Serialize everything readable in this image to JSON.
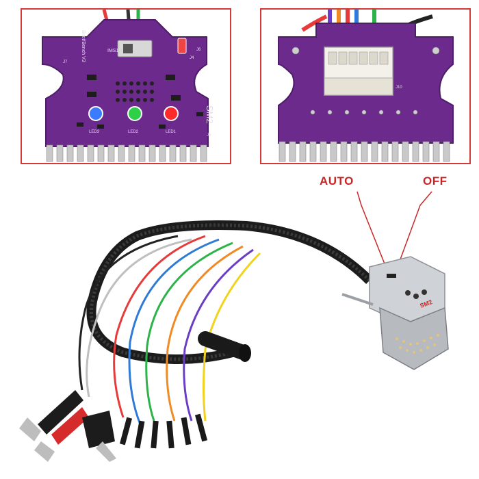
{
  "callouts": {
    "auto": "AUTO",
    "off": "OFF"
  },
  "board_left": {
    "model": "SM2",
    "mode_text": "Boot/Bench V3",
    "switch_label": "IMS1",
    "led_labels": [
      "LED3",
      "LED2",
      "LED1"
    ],
    "jumper_labels": [
      "J4",
      "J5",
      "J6",
      "J7"
    ],
    "led_colors": [
      "#3a7bff",
      "#2fcf4a",
      "#ff2a2a"
    ],
    "pcb_color": "#6b2a8c"
  },
  "board_right": {
    "connector_label": "J10",
    "pcb_color": "#6b2a8c"
  },
  "connector_label": "SM2"
}
